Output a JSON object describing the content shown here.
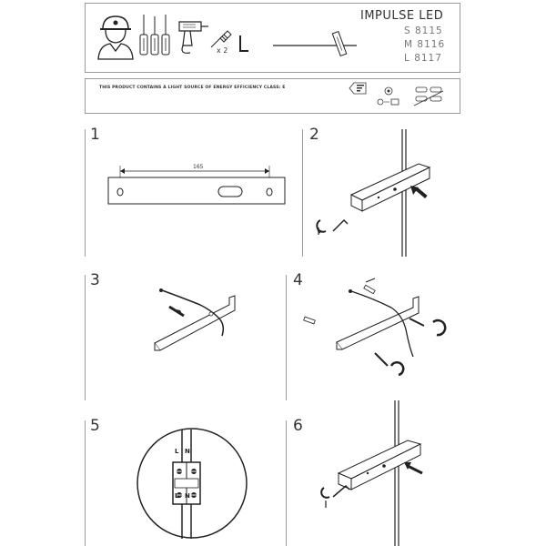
{
  "header": {
    "product_name": "IMPULSE LED",
    "models": [
      "S 8115",
      "M 8116",
      "L 8117"
    ],
    "tool_quantity": "x 2"
  },
  "energy_notice": {
    "text": "THIS PRODUCT CONTAINS A LIGHT SOURCE OF ENERGY EFFICIENCY CLASS: E"
  },
  "steps": [
    {
      "number": "1",
      "dimension_label": "165"
    },
    {
      "number": "2"
    },
    {
      "number": "3"
    },
    {
      "number": "4"
    },
    {
      "number": "5",
      "terminal_labels_top": [
        "L",
        "N"
      ],
      "terminal_labels_bottom": [
        "L",
        "N"
      ]
    },
    {
      "number": "6"
    }
  ],
  "icons": [
    "installer-icon",
    "screwdriver-icon",
    "drill-icon",
    "screw-anchor-icon",
    "allen-key-icon",
    "lamp-icon",
    "energy-label-icon",
    "light-source-icon",
    "mounting-parts-icon"
  ]
}
